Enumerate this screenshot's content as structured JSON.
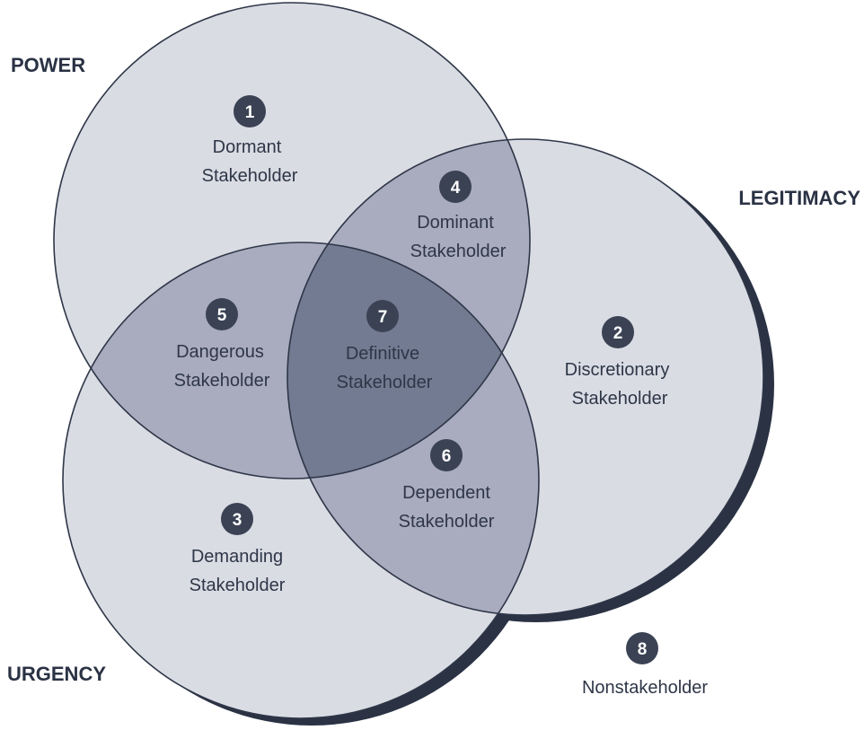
{
  "diagram": {
    "sets": [
      {
        "id": "power",
        "label": "POWER"
      },
      {
        "id": "legitimacy",
        "label": "LEGITIMACY"
      },
      {
        "id": "urgency",
        "label": "URGENCY"
      }
    ],
    "regions": [
      {
        "number": "1",
        "line1": "Dormant",
        "line2": "Stakeholder"
      },
      {
        "number": "2",
        "line1": "Discretionary",
        "line2": "Stakeholder"
      },
      {
        "number": "3",
        "line1": "Demanding",
        "line2": "Stakeholder"
      },
      {
        "number": "4",
        "line1": "Dominant",
        "line2": "Stakeholder"
      },
      {
        "number": "5",
        "line1": "Dangerous",
        "line2": "Stakeholder"
      },
      {
        "number": "6",
        "line1": "Dependent",
        "line2": "Stakeholder"
      },
      {
        "number": "7",
        "line1": "Definitive",
        "line2": "Stakeholder"
      },
      {
        "number": "8",
        "line1": "Nonstakeholder",
        "line2": ""
      }
    ],
    "colors": {
      "circle_fill": "#dadce4",
      "circle_stroke": "#2e3647",
      "shadow": "#2a3244",
      "badge": "#3a4254",
      "text": "#2e3647"
    }
  }
}
